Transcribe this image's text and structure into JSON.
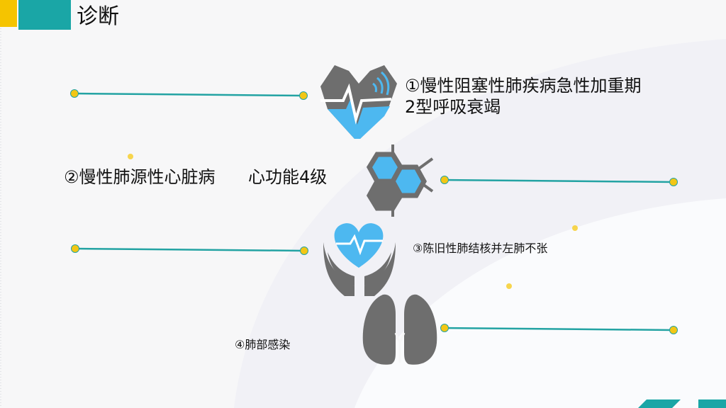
{
  "header": {
    "title": "诊断"
  },
  "colors": {
    "accent_teal": "#1aa6a6",
    "accent_yellow": "#f5c400",
    "icon_gray": "#6e6e6e",
    "icon_blue": "#4db8f0",
    "line_teal": "#23a3a3",
    "dot_yellow": "#f3c615"
  },
  "diagnoses": [
    {
      "line1": "①慢性阻塞性肺疾病急性加重期",
      "line2": "2型呼吸衰竭",
      "icon": "heart-pulse-icon"
    },
    {
      "line1": "②慢性肺源性心脏病",
      "line2": "心功能4级",
      "icon": "molecule-icon"
    },
    {
      "line1": "③陈旧性肺结核并左肺不张",
      "icon": "hands-heart-icon"
    },
    {
      "line1": "④肺部感染",
      "icon": "lungs-icon"
    }
  ]
}
